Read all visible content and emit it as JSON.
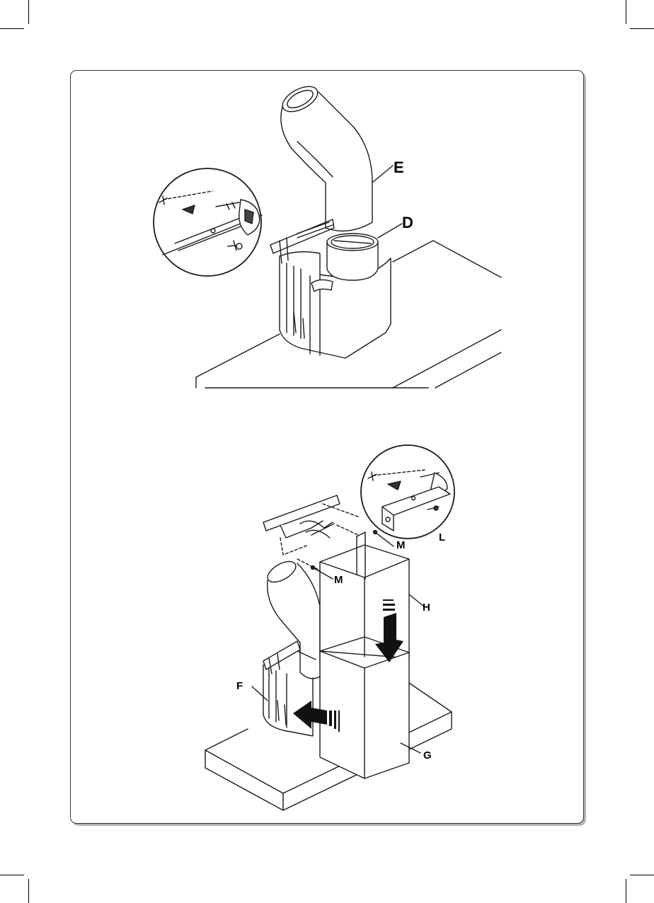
{
  "labels": {
    "e": "E",
    "d": "D",
    "l": "L",
    "m1": "M",
    "m2": "M",
    "h": "H",
    "f": "F",
    "g": "G"
  },
  "colors": {
    "ink": "#1a1a1a",
    "surface": "#ffffff",
    "shadow": "#b5b5b5"
  }
}
